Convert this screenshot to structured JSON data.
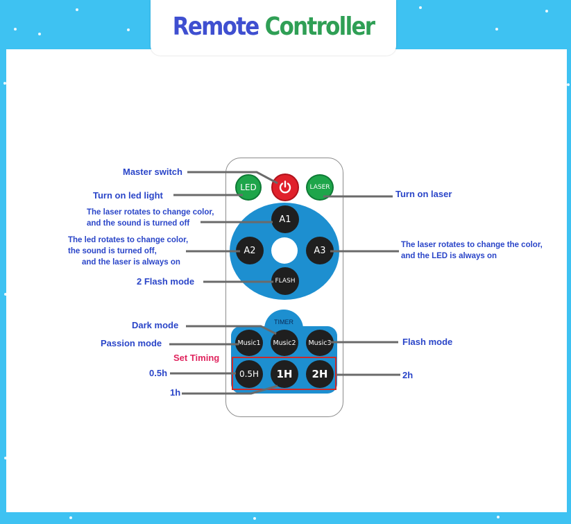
{
  "title": {
    "part1": "Remote ",
    "part2": "Controller"
  },
  "buttons": {
    "led": "LED",
    "laser": "LASER",
    "a1": "A1",
    "a2": "A2",
    "a3": "A3",
    "flash": "FLASH",
    "timer": "TIMER",
    "music1": "Music1",
    "music2": "Music2",
    "music3": "Music3",
    "h05": "0.5H",
    "h1": "1H",
    "h2": "2H"
  },
  "labels": {
    "master_switch": "Master switch",
    "turn_on_led": "Turn on led light",
    "turn_on_laser": "Turn on laser",
    "a1_line1": "The laser rotates to change color,",
    "a1_line2": "and the sound is turned off",
    "a2_line1": "The led rotates to change color,",
    "a2_line2": "the sound is turned off,",
    "a2_line3": "and the laser is always on",
    "a3_line1": "The laser rotates to change the color,",
    "a3_line2": "and the LED is always on",
    "flash2": "2 Flash mode",
    "dark_mode": "Dark mode",
    "passion_mode": "Passion mode",
    "flash_mode": "Flash mode",
    "set_timing": "Set Timing",
    "h05": "0.5h",
    "h1": "1h",
    "h2": "2h"
  },
  "colors": {
    "background": "#3ec2f2",
    "remote_blue": "#1d8fd0",
    "label_blue": "#2a45c8",
    "accent_red": "#e0245e"
  }
}
